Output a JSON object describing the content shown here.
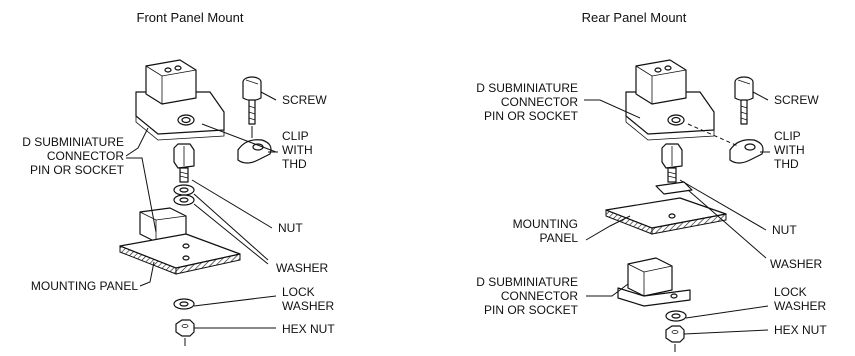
{
  "titles": {
    "front": "Front Panel Mount",
    "rear": "Rear Panel Mount"
  },
  "front": {
    "screw": "SCREW",
    "clip": [
      "CLIP",
      "WITH",
      "THD"
    ],
    "connector": [
      "D SUBMINIATURE",
      "CONNECTOR",
      "PIN OR SOCKET"
    ],
    "nut": "NUT",
    "washer": "WASHER",
    "mounting_panel": "MOUNTING PANEL",
    "lock_washer": [
      "LOCK",
      "WASHER"
    ],
    "hex_nut": "HEX NUT"
  },
  "rear": {
    "connector_top": [
      "D SUBMINIATURE",
      "CONNECTOR",
      "PIN OR SOCKET"
    ],
    "screw": "SCREW",
    "clip": [
      "CLIP",
      "WITH",
      "THD"
    ],
    "mounting_panel": [
      "MOUNTING",
      "PANEL"
    ],
    "nut": "NUT",
    "washer": "WASHER",
    "connector_bottom": [
      "D SUBMINIATURE",
      "CONNECTOR",
      "PIN OR SOCKET"
    ],
    "lock_washer": [
      "LOCK",
      "WASHER"
    ],
    "hex_nut": "HEX NUT"
  }
}
